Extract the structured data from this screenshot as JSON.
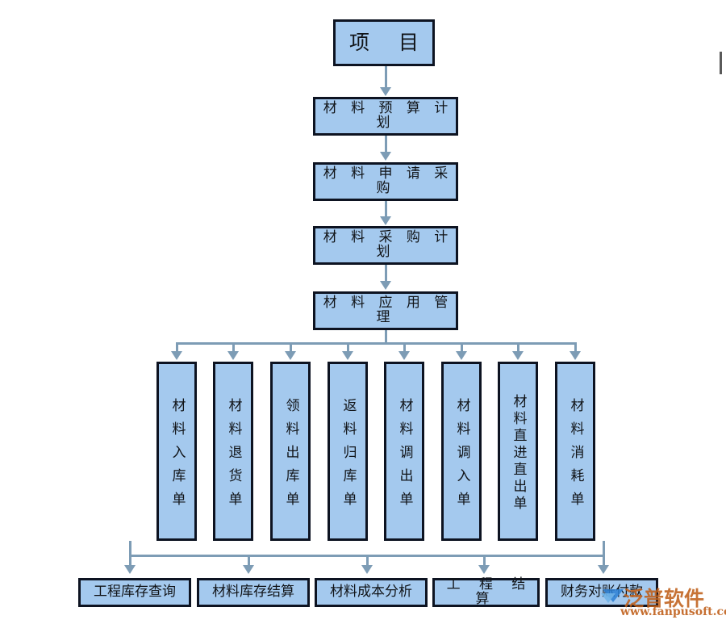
{
  "diagram": {
    "title_box": {
      "label": "项 目"
    },
    "stages": [
      {
        "label": "材 料 预 算 计 划"
      },
      {
        "label": "材 料 申 请 采 购"
      },
      {
        "label": "材 料 采 购 计 划"
      },
      {
        "label": "材 料 应 用 管 理"
      }
    ],
    "documents": [
      {
        "label": "材料入库单"
      },
      {
        "label": "材料退货单"
      },
      {
        "label": "领料出库单"
      },
      {
        "label": "返料归库单"
      },
      {
        "label": "材料调出单"
      },
      {
        "label": "材料调入单"
      },
      {
        "label": "材料直进直出单"
      },
      {
        "label": "材料消耗单"
      }
    ],
    "reports": [
      {
        "label": "工程库存查询"
      },
      {
        "label": "材料库存结算"
      },
      {
        "label": "材料成本分析"
      },
      {
        "label": "工 程 结 算"
      },
      {
        "label": "财务对账付款"
      }
    ],
    "colors": {
      "box_fill": "#a4c9ee",
      "box_border": "#0d1321",
      "connector": "#7d9cb5",
      "background": "#ffffff",
      "watermark": "#c0601b"
    }
  },
  "watermark": {
    "brand": "泛普软件",
    "url": "www.fanpusoft.com"
  }
}
